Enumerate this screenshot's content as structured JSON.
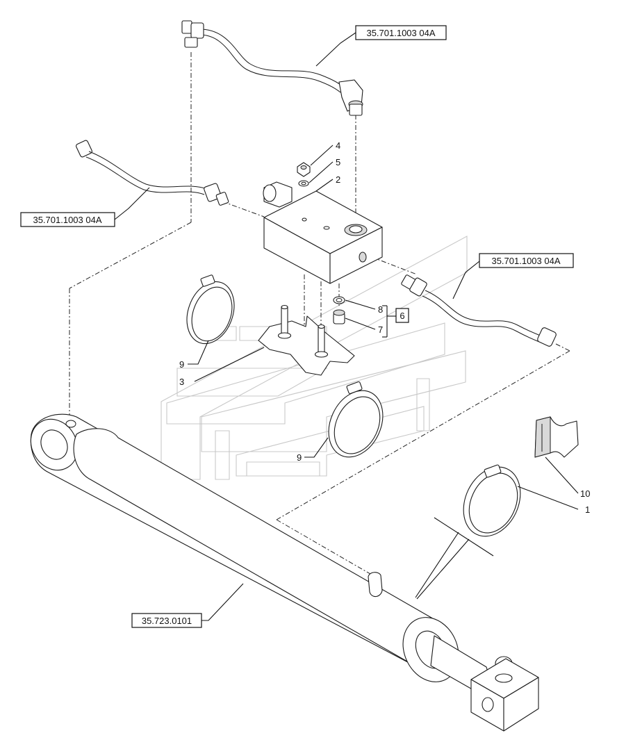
{
  "refs": {
    "top_pipe": "35.701.1003 04A",
    "left_pipe": "35.701.1003 04A",
    "right_pipe": "35.701.1003 04A",
    "cylinder": "35.723.0101"
  },
  "items": {
    "n1": "1",
    "n2": "2",
    "n3": "3",
    "n4": "4",
    "n5": "5",
    "n6": "6",
    "n7": "7",
    "n8": "8",
    "n9a": "9",
    "n9b": "9",
    "n10": "10"
  }
}
